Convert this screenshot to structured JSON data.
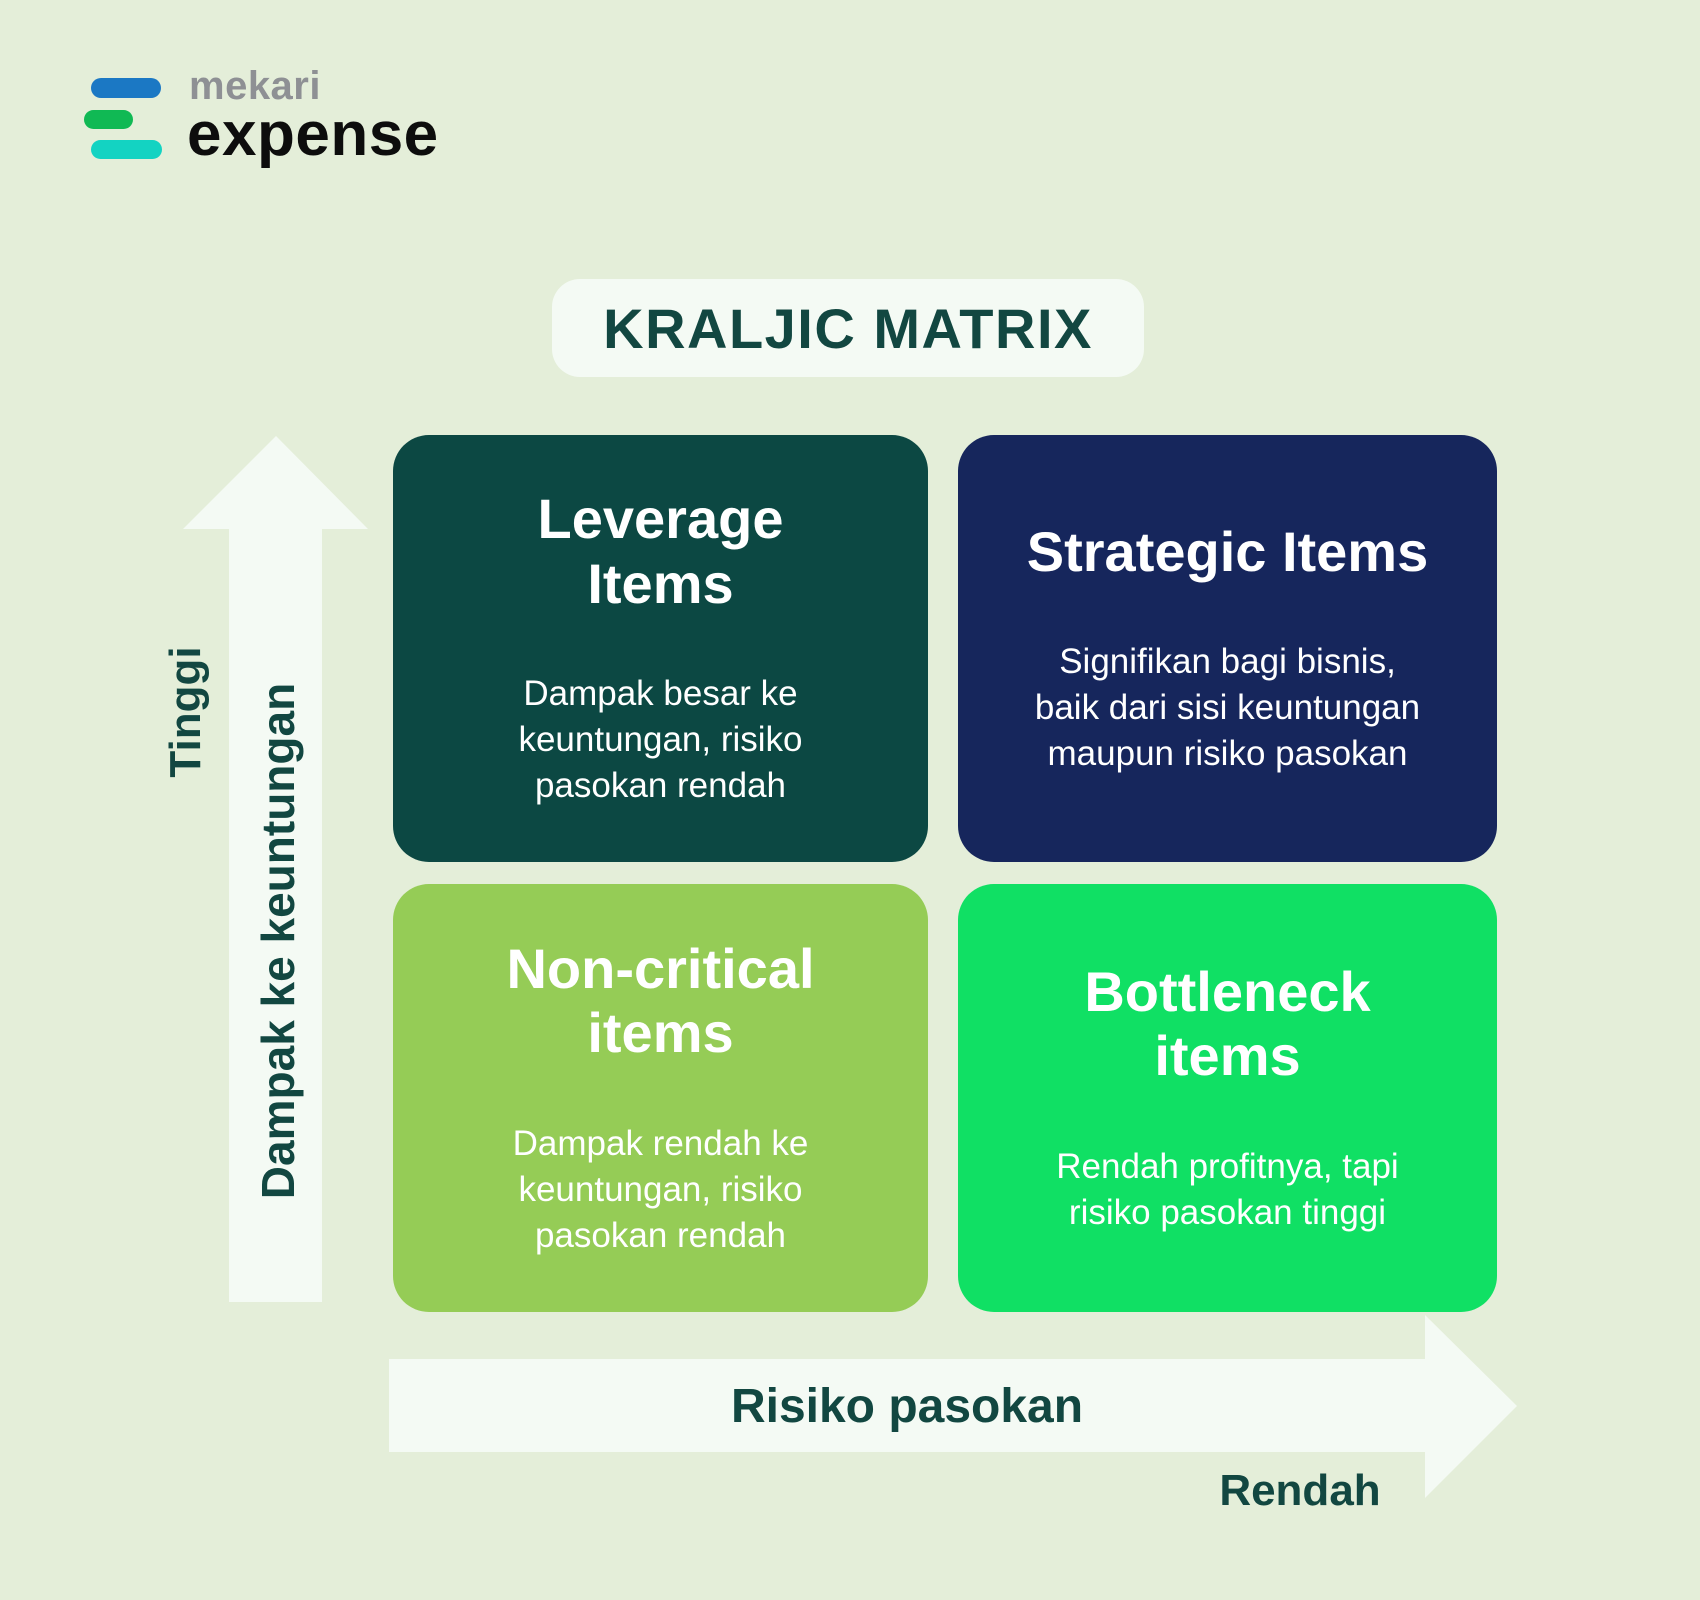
{
  "brand": {
    "mekari": "mekari",
    "expense": "expense"
  },
  "title": {
    "text": "KRALJIC MATRIX"
  },
  "axes": {
    "y": {
      "label": "Dampak ke keuntungan",
      "high_label": "Tinggi"
    },
    "x": {
      "label": "Risiko pasokan",
      "low_label": "Rendah"
    }
  },
  "quadrants": [
    {
      "id": "leverage-items",
      "title": "Leverage\nItems",
      "description": "Dampak besar ke\nkeuntungan, risiko\npasokan rendah",
      "color": "#0c4843"
    },
    {
      "id": "strategic-items",
      "title": "Strategic Items",
      "description": "Signifikan bagi bisnis,\nbaik dari sisi keuntungan\nmaupun risiko pasokan",
      "color": "#16265c"
    },
    {
      "id": "non-critical-items",
      "title": "Non-critical\nitems",
      "description": "Dampak rendah ke\nkeuntungan, risiko\npasokan rendah",
      "color": "#95cc56"
    },
    {
      "id": "bottleneck-items",
      "title": "Bottleneck\nitems",
      "description": "Rendah profitnya, tapi\nrisiko pasokan tinggi",
      "color": "#10e064"
    }
  ],
  "colors": {
    "background": "#e4eed9",
    "surface": "#f4faf4",
    "text_dark_teal": "#124741",
    "brand_gray": "#8e9094",
    "brand_black": "#0d0d0d",
    "logo_bar_blue": "#1b78c4",
    "logo_bar_green": "#10b954",
    "logo_bar_teal": "#13d3c2",
    "quadrant_text": "#ffffff"
  }
}
